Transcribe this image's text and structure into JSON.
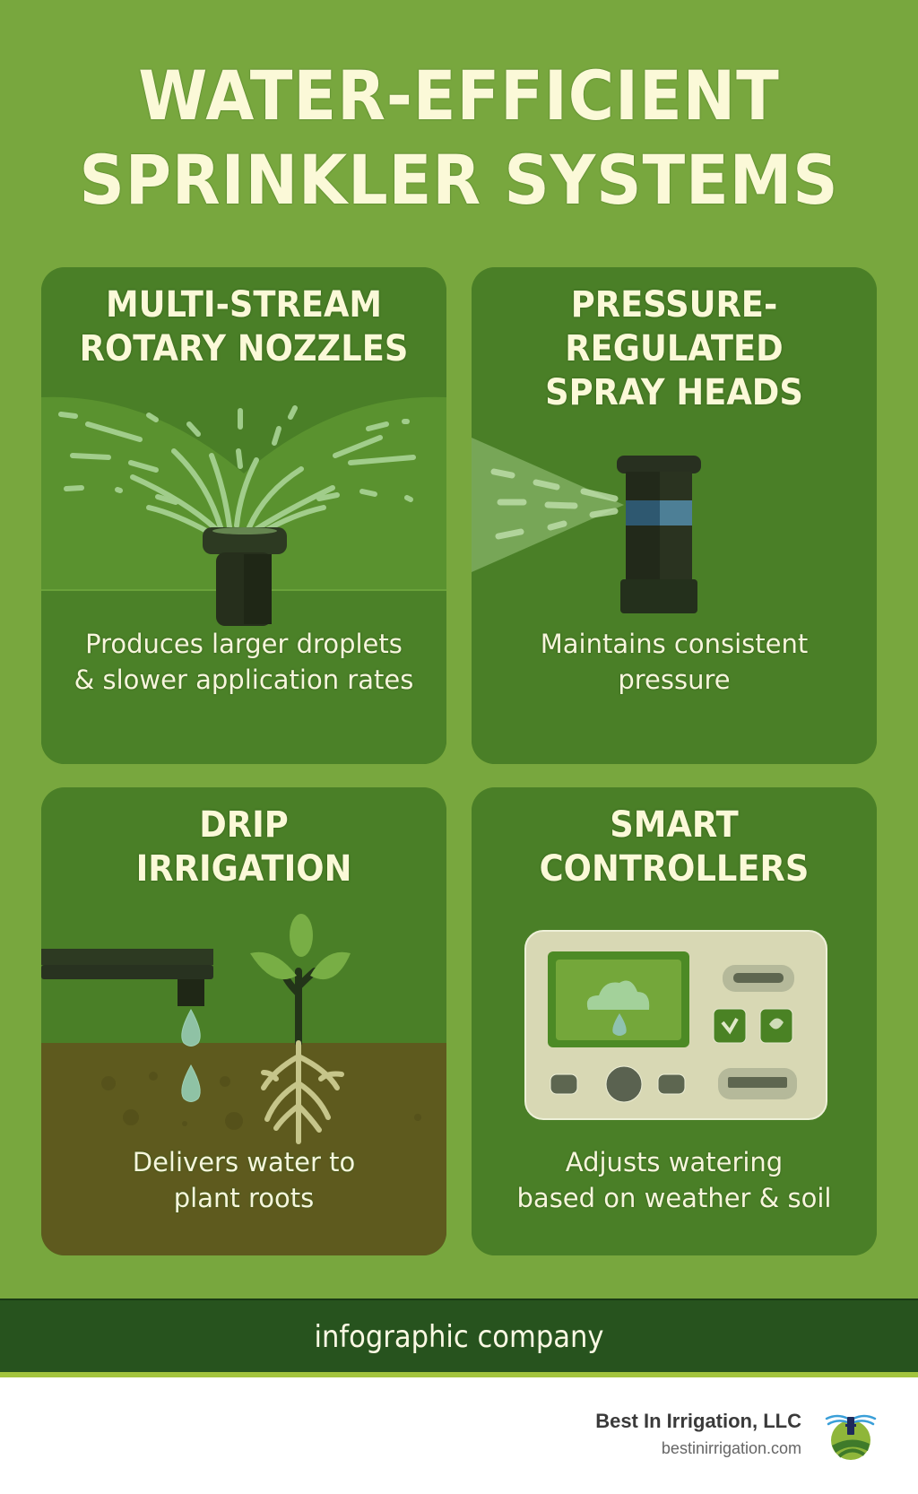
{
  "title": {
    "line1": "WATER-EFFICIENT",
    "line2": "SPRINKLER SYSTEMS"
  },
  "cards": [
    {
      "heading": [
        "MULTI-STREAM",
        "ROTARY NOZZLES"
      ],
      "description": [
        "Produces larger droplets",
        "& slower application rates"
      ],
      "icon": "rotary-nozzle-spray-icon"
    },
    {
      "heading": [
        "PRESSURE-",
        "REGULATED",
        "SPRAY HEADS"
      ],
      "description": [
        "Maintains consistent",
        "pressure"
      ],
      "icon": "pressure-regulated-spray-head-icon"
    },
    {
      "heading": [
        "DRIP",
        "IRRIGATION"
      ],
      "description": [
        "Delivers water to",
        "plant roots"
      ],
      "icon": "drip-emitter-plant-roots-icon"
    },
    {
      "heading": [
        "SMART",
        "CONTROLLERS"
      ],
      "description": [
        "Adjusts watering",
        "based on weather & soil"
      ],
      "icon": "smart-controller-weather-icon"
    }
  ],
  "footer": {
    "label": "infographic company"
  },
  "brand": {
    "name": "Best In Irrigation, LLC",
    "url": "bestinirrigation.com",
    "logo_icon": "sprinkler-field-logo-icon"
  },
  "colors": {
    "background": "#78a73e",
    "card": "#4a7f27",
    "title_text": "#fbf9d8",
    "footer_band": "#27531e",
    "footer_accent": "#a3c43d",
    "soil": "#5e5a1e"
  }
}
